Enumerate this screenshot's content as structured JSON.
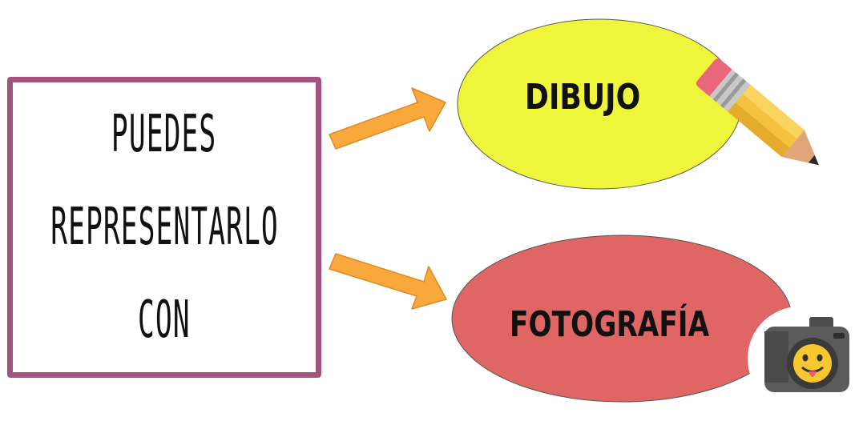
{
  "main_box": {
    "lines": [
      "PUEDES",
      "REPRESENTARLO",
      "CON"
    ]
  },
  "ovals": [
    {
      "label": "DIBUJO",
      "color": "#eef53a",
      "icon": "pencil-icon"
    },
    {
      "label": "FOTOGRAFÍA",
      "color": "#e06666",
      "icon": "camera-icon"
    }
  ],
  "colors": {
    "box_border": "#a4527f",
    "arrow": "#f9a83c",
    "arrow_stroke": "#e08a24"
  }
}
